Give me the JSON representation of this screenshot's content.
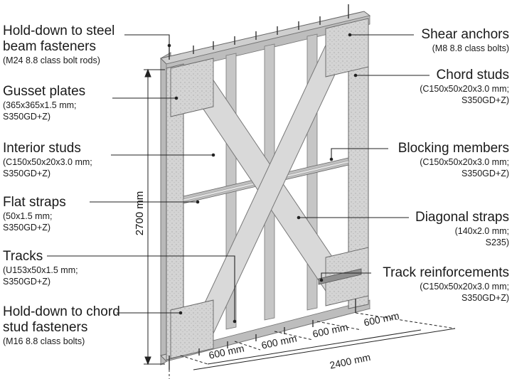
{
  "labels": {
    "left": [
      {
        "title": "Hold-down to steel",
        "title2": "beam fasteners",
        "spec": [
          "(M24 8.8 class bolt rods)"
        ]
      },
      {
        "title": "Gusset plates",
        "title2": "",
        "spec": [
          "(365x365x1.5 mm;",
          "S350GD+Z)"
        ]
      },
      {
        "title": "Interior studs",
        "title2": "",
        "spec": [
          "(C150x50x20x3.0 mm;",
          "S350GD+Z)"
        ]
      },
      {
        "title": "Flat straps",
        "title2": "",
        "spec": [
          "(50x1.5 mm;",
          "S350GD+Z)"
        ]
      },
      {
        "title": "Tracks",
        "title2": "",
        "spec": [
          "(U153x50x1.5 mm;",
          "S350GD+Z)"
        ]
      },
      {
        "title": "Hold-down to chord",
        "title2": "stud fasteners",
        "spec": [
          "(M16 8.8 class bolts)"
        ]
      }
    ],
    "right": [
      {
        "title": "Shear anchors",
        "spec": [
          "(M8 8.8 class bolts)"
        ]
      },
      {
        "title": "Chord studs",
        "spec": [
          "(C150x50x20x3.0 mm;",
          "S350GD+Z)"
        ]
      },
      {
        "title": "Blocking members",
        "spec": [
          "(C150x50x20x3.0 mm;",
          "S350GD+Z)"
        ]
      },
      {
        "title": "Diagonal straps",
        "spec": [
          "(140x2.0 mm;",
          "S235)"
        ]
      },
      {
        "title": "Track reinforcements",
        "spec": [
          "(C150x50x20x3.0 mm;",
          "S350GD+Z)"
        ]
      }
    ]
  },
  "dimensions": {
    "height": "2700 mm",
    "spacing": [
      "600 mm",
      "600 mm",
      "600 mm",
      "600 mm"
    ],
    "width": "2400 mm"
  },
  "colors": {
    "frame": "#c9c9c9",
    "frame_dark": "#9a9a9a",
    "strap": "#d9d9d9",
    "line": "#333333"
  }
}
